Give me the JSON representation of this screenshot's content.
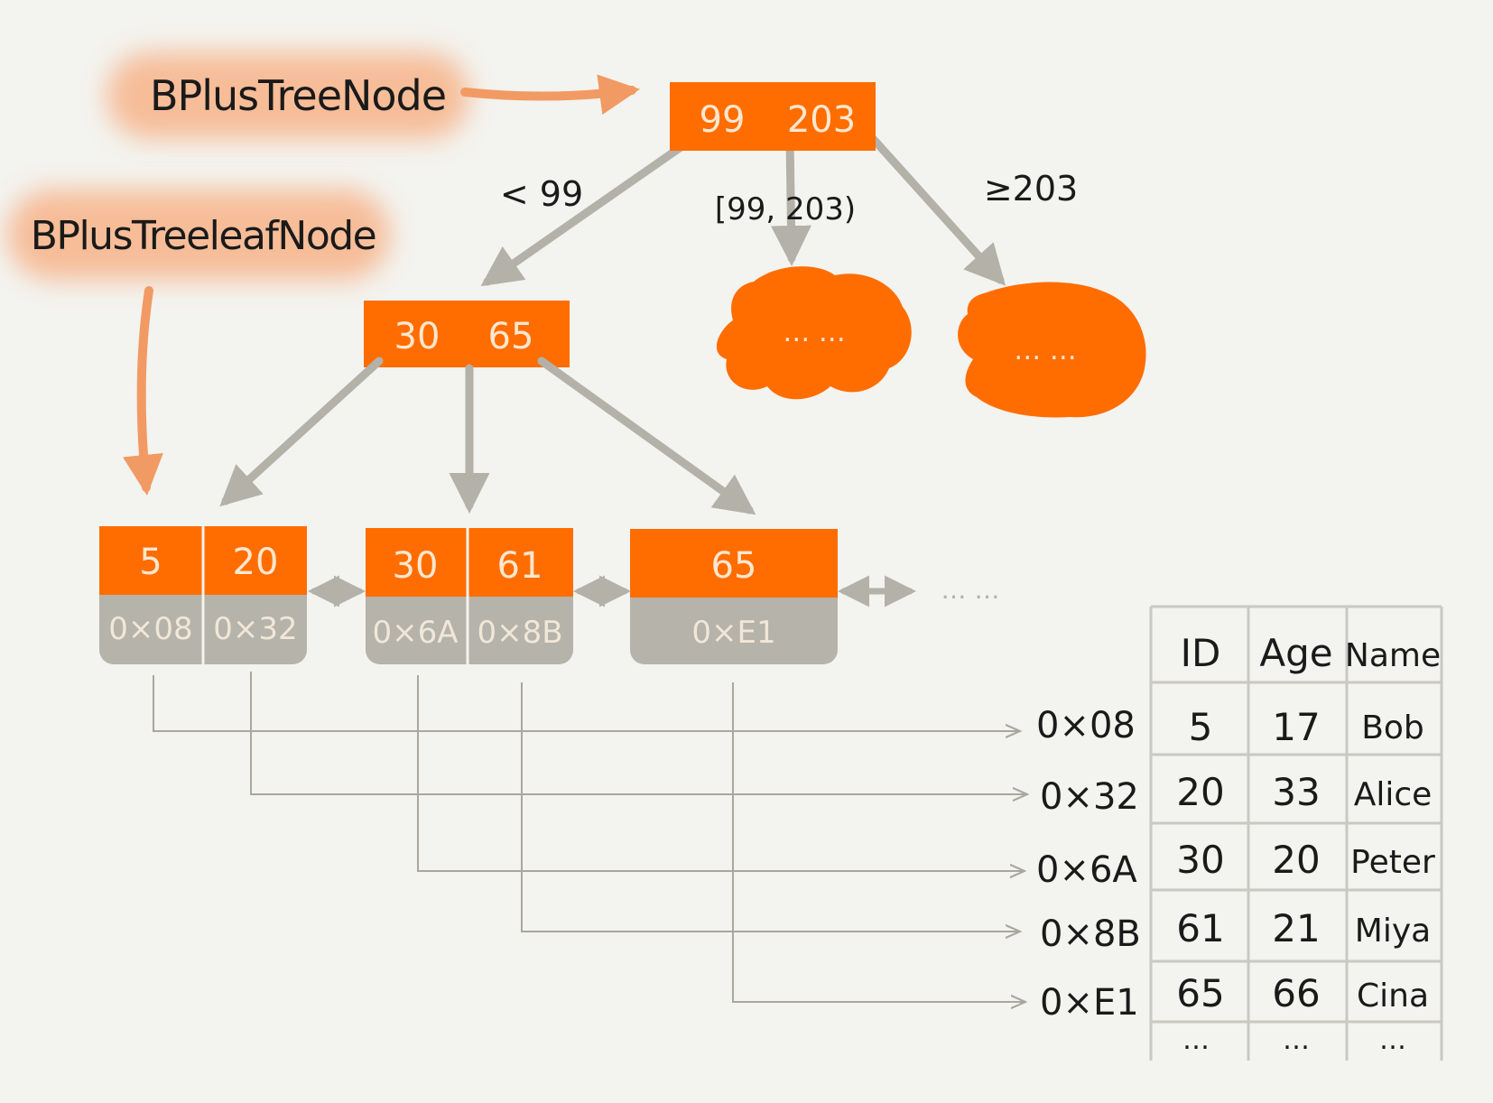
{
  "labels": {
    "internal_node": "BPlusTreeNode",
    "leaf_node": "BPlusTreeleafNode"
  },
  "root": {
    "keys": [
      "99",
      "203"
    ],
    "edge_labels": [
      "< 99",
      "[99, 203)",
      "≥203"
    ]
  },
  "child": {
    "keys": [
      "30",
      "65"
    ]
  },
  "clouds": [
    "… …",
    "… …"
  ],
  "leaves": [
    {
      "keys": [
        "5",
        "20"
      ],
      "pointers": [
        "0×08",
        "0×32"
      ]
    },
    {
      "keys": [
        "30",
        "61"
      ],
      "pointers": [
        "0×6A",
        "0×8B"
      ]
    },
    {
      "keys": [
        "65"
      ],
      "pointers": [
        "0×E1"
      ]
    }
  ],
  "leaf_continuation": "… …",
  "table": {
    "columns": [
      "ID",
      "Age",
      "Name"
    ],
    "rows": [
      {
        "address": "0×08",
        "id": "5",
        "age": "17",
        "name": "Bob"
      },
      {
        "address": "0×32",
        "id": "20",
        "age": "33",
        "name": "Alice"
      },
      {
        "address": "0×6A",
        "id": "30",
        "age": "20",
        "name": "Peter"
      },
      {
        "address": "0×8B",
        "id": "61",
        "age": "21",
        "name": "Miya"
      },
      {
        "address": "0×E1",
        "id": "65",
        "age": "66",
        "name": "Cina"
      }
    ],
    "ellipsis": [
      "…",
      "…",
      "…"
    ]
  },
  "colors": {
    "node": "#ff6d00",
    "leaf_pointer": "#b5b3aa",
    "arrow": "#b3b1a8",
    "line": "#a9a79e",
    "label_glow": "#f7b48a",
    "highlight_arrow": "#f29a63",
    "ink": "#1a1a1a",
    "background": "#f3f3ef"
  }
}
